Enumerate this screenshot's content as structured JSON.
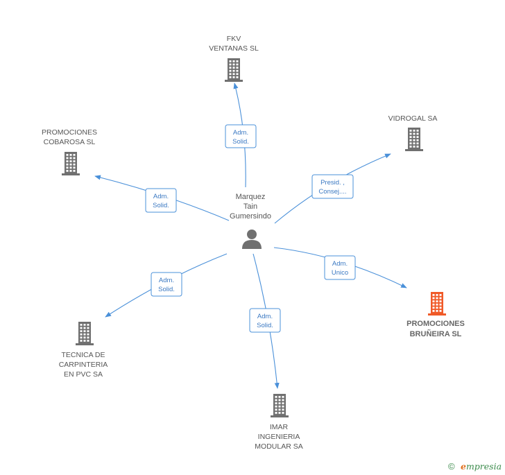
{
  "colors": {
    "edge": "#4a90d9",
    "building": "#707070",
    "highlight_building": "#f05a28",
    "person": "#707070"
  },
  "center": {
    "label_lines": [
      "Marquez",
      "Tain",
      "Gumersindo"
    ],
    "icon": "person-icon"
  },
  "companies": [
    {
      "id": "fkv",
      "label_lines": [
        "FKV",
        "VENTANAS SL"
      ],
      "icon": "building-icon",
      "highlight": false
    },
    {
      "id": "vidrogal",
      "label_lines": [
        "VIDROGAL SA"
      ],
      "icon": "building-icon",
      "highlight": false
    },
    {
      "id": "cobarosa",
      "label_lines": [
        "PROMOCIONES",
        "COBAROSA SL"
      ],
      "icon": "building-icon",
      "highlight": false
    },
    {
      "id": "brunheira",
      "label_lines": [
        "PROMOCIONES",
        "BRUÑEIRA SL"
      ],
      "icon": "building-icon",
      "highlight": true
    },
    {
      "id": "tecnica",
      "label_lines": [
        "TECNICA DE",
        "CARPINTERIA",
        "EN PVC SA"
      ],
      "icon": "building-icon",
      "highlight": false
    },
    {
      "id": "imar",
      "label_lines": [
        "IMAR",
        "INGENIERIA",
        "MODULAR SA"
      ],
      "icon": "building-icon",
      "highlight": false
    }
  ],
  "relations": [
    {
      "target": "fkv",
      "role_lines": [
        "Adm.",
        "Solid."
      ]
    },
    {
      "target": "vidrogal",
      "role_lines": [
        "Presid. ,",
        "Consej...."
      ]
    },
    {
      "target": "cobarosa",
      "role_lines": [
        "Adm.",
        "Solid."
      ]
    },
    {
      "target": "brunheira",
      "role_lines": [
        "Adm.",
        "Unico"
      ]
    },
    {
      "target": "tecnica",
      "role_lines": [
        "Adm.",
        "Solid."
      ]
    },
    {
      "target": "imar",
      "role_lines": [
        "Adm.",
        "Solid."
      ]
    }
  ],
  "footer": {
    "copyright_symbol": "©",
    "brand_first": "e",
    "brand_rest": "mpresia"
  }
}
